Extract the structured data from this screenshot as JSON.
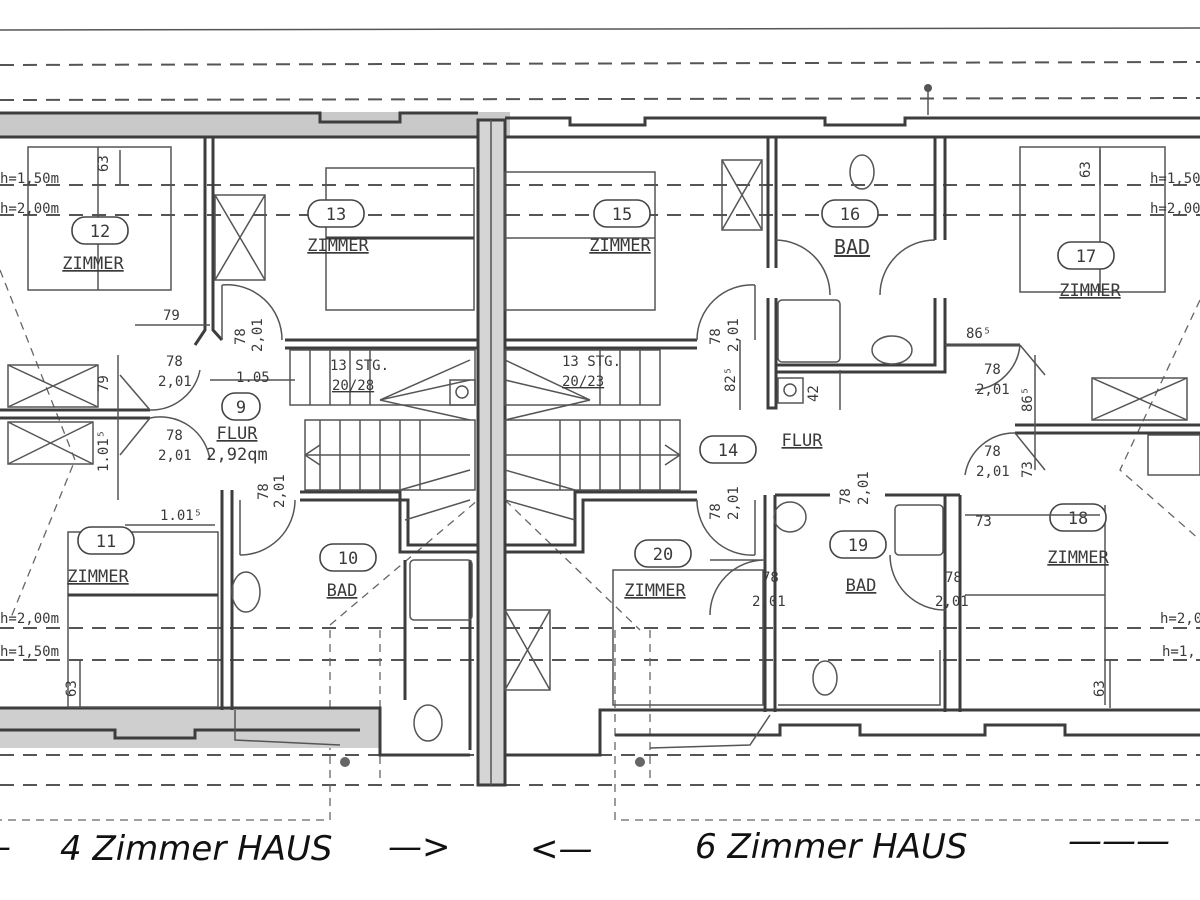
{
  "rooms": [
    {
      "number": "12",
      "name": "ZIMMER"
    },
    {
      "number": "13",
      "name": "ZIMMER"
    },
    {
      "number": "15",
      "name": "ZIMMER"
    },
    {
      "number": "16",
      "name": "BAD"
    },
    {
      "number": "17",
      "name": "ZIMMER"
    },
    {
      "number": "9",
      "name": "FLUR",
      "area": "2,92qm"
    },
    {
      "number": "14",
      "name": "FLUR"
    },
    {
      "number": "10",
      "name": "BAD"
    },
    {
      "number": "11",
      "name": "ZIMMER"
    },
    {
      "number": "20",
      "name": "ZIMMER"
    },
    {
      "number": "19",
      "name": "BAD"
    },
    {
      "number": "18",
      "name": "ZIMMER"
    }
  ],
  "stairs": [
    {
      "steps": "13 STG.",
      "ratio": "20/28"
    },
    {
      "steps": "13 STG.",
      "ratio": "20/23"
    }
  ],
  "heights": {
    "h150": "h=1,50m",
    "h200": "h=2,00m",
    "h150_right": "h=1,50",
    "h200_right": "h=2,00",
    "h200_lower_right": "h=2,0",
    "h150_lower_right": "h=1,"
  },
  "dimensions": {
    "d63": "63",
    "d79": "79",
    "d105": "1.05",
    "d1015": "1.01⁵",
    "door_w": "78",
    "door_h": "2,01",
    "d865": "86⁵",
    "d825": "82⁵",
    "d42": "42",
    "d73": "73"
  },
  "captions": {
    "left": "4 Zimmer HAUS",
    "left_arrow": "—>",
    "mid_arrow": "<—",
    "right": "6 Zimmer HAUS",
    "right_dash": "———",
    "far_left_dash": "–"
  }
}
